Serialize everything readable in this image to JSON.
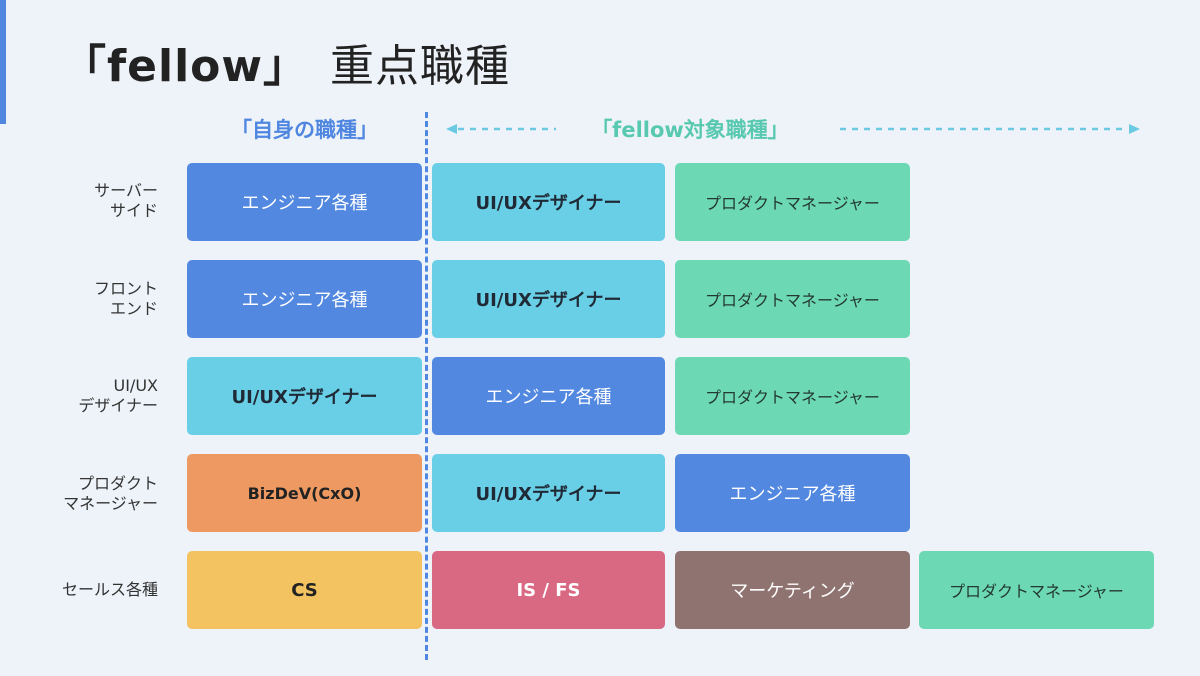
{
  "title": {
    "brand": "「fellow」",
    "rest": "重点職種"
  },
  "headers": {
    "own": "「自身の職種」",
    "fellow": "「fellow対象職種」"
  },
  "colors": {
    "blue": "#5288e0",
    "cyan": "#69cfe6",
    "mint": "#6cd9b4",
    "orange": "#ee9962",
    "yellow": "#f4c361",
    "pink": "#d96883",
    "brown": "#8f7370",
    "accent": "#4f86e0",
    "arrow": "#6cc9e3"
  },
  "rows": [
    {
      "label_line1": "サーバー",
      "label_line2": "サイド",
      "cells": [
        "エンジニア各種",
        "UI/UXデザイナー",
        "プロダクトマネージャー"
      ]
    },
    {
      "label_line1": "フロント",
      "label_line2": "エンド",
      "cells": [
        "エンジニア各種",
        "UI/UXデザイナー",
        "プロダクトマネージャー"
      ]
    },
    {
      "label_line1": "UI/UX",
      "label_line2": "デザイナー",
      "cells": [
        "UI/UXデザイナー",
        "エンジニア各種",
        "プロダクトマネージャー"
      ]
    },
    {
      "label_line1": "プロダクト",
      "label_line2": "マネージャー",
      "cells": [
        "BizDeV(CxO)",
        "UI/UXデザイナー",
        "エンジニア各種"
      ]
    },
    {
      "label_line1": "セールス各種",
      "label_line2": "",
      "cells": [
        "CS",
        "IS / FS",
        "マーケティング",
        "プロダクトマネージャー"
      ]
    }
  ]
}
